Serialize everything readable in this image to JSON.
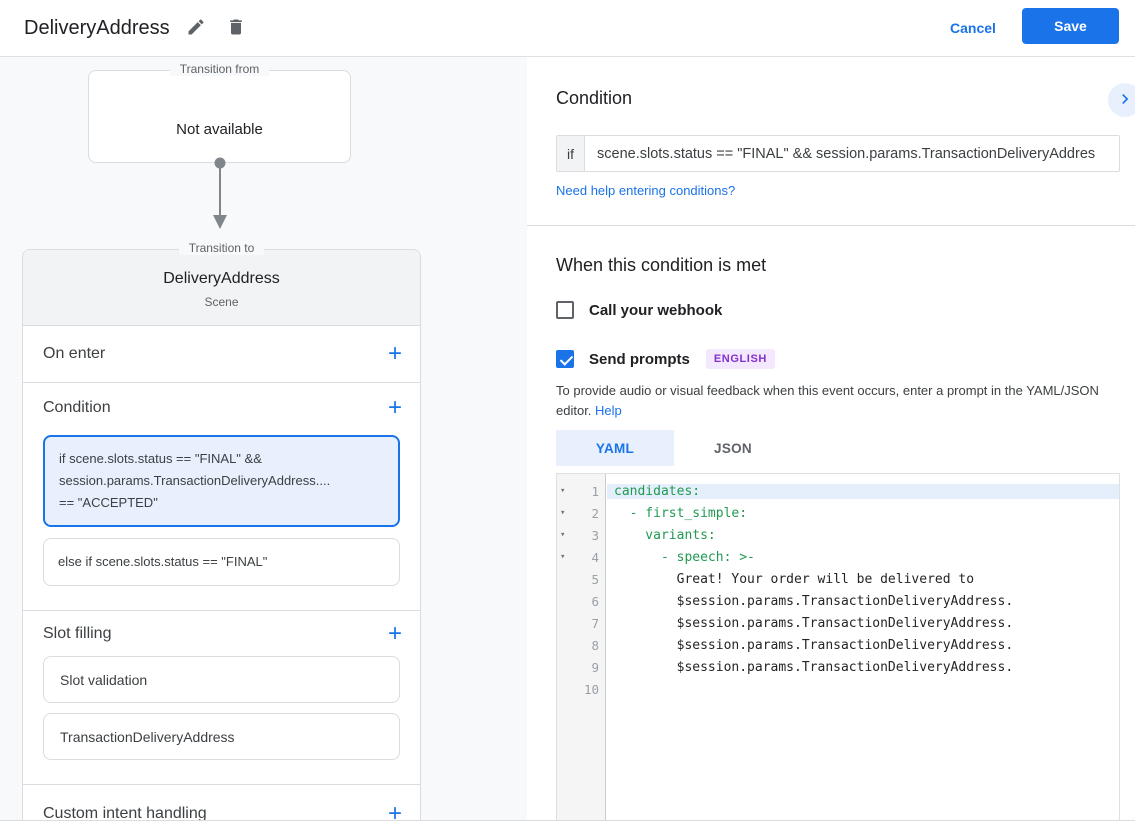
{
  "header": {
    "title": "DeliveryAddress",
    "cancel_label": "Cancel",
    "save_label": "Save"
  },
  "flow": {
    "transition_from": {
      "label": "Transition from",
      "value": "Not available"
    },
    "scene_box": {
      "label": "Transition to",
      "name": "DeliveryAddress",
      "type": "Scene"
    },
    "on_enter_label": "On enter",
    "condition_label": "Condition",
    "conditions": [
      {
        "selected": true,
        "lines": [
          "if scene.slots.status == \"FINAL\" &&",
          "session.params.TransactionDeliveryAddress....",
          "== \"ACCEPTED\""
        ]
      },
      {
        "selected": false,
        "lines": [
          "else if scene.slots.status == \"FINAL\""
        ]
      }
    ],
    "slot_filling_label": "Slot filling",
    "slots": [
      "Slot validation",
      "TransactionDeliveryAddress"
    ],
    "custom_intent_label": "Custom intent handling"
  },
  "panel": {
    "condition": {
      "title": "Condition",
      "if_label": "if",
      "value": "scene.slots.status == \"FINAL\" && session.params.TransactionDeliveryAddres",
      "help_link": "Need help entering conditions?"
    },
    "when_met": {
      "title": "When this condition is met",
      "webhook_label": "Call your webhook",
      "send_prompts_label": "Send prompts",
      "language_badge": "ENGLISH",
      "hint": "To provide audio or visual feedback when this event occurs, enter a prompt in the YAML/JSON editor.",
      "hint_link": "Help"
    },
    "tabs": [
      {
        "label": "YAML",
        "active": true
      },
      {
        "label": "JSON",
        "active": false
      }
    ],
    "editor": {
      "lines": [
        {
          "num": "1",
          "text": "candidates:"
        },
        {
          "num": "2",
          "text": "  - first_simple:"
        },
        {
          "num": "3",
          "text": "    variants:"
        },
        {
          "num": "4",
          "text": "      - speech: >-"
        },
        {
          "num": "5",
          "text": "        Great! Your order will be delivered to"
        },
        {
          "num": "6",
          "text": "        $session.params.TransactionDeliveryAddress."
        },
        {
          "num": "7",
          "text": "        $session.params.TransactionDeliveryAddress."
        },
        {
          "num": "8",
          "text": "        $session.params.TransactionDeliveryAddress."
        },
        {
          "num": "9",
          "text": "        $session.params.TransactionDeliveryAddress."
        },
        {
          "num": "10",
          "text": ""
        }
      ]
    }
  },
  "icons": {
    "edit": "pencil-icon",
    "delete": "trash-icon",
    "expand": "chevron-right-icon",
    "add": "plus-icon",
    "fold": "triangle-down-icon",
    "check": "checkmark-icon",
    "connector": "arrow-down-connector"
  },
  "colors": {
    "accent_blue": "#1a73e8",
    "selected_card_bg": "#e8f0fe",
    "selected_card_border": "#1a73e8",
    "badge_bg": "#f3e8fd",
    "badge_text": "#8430ce",
    "code_key_green": "#219a51",
    "panel_bg": "#f8f9fa",
    "card_header_bg": "#f1f3f4"
  }
}
